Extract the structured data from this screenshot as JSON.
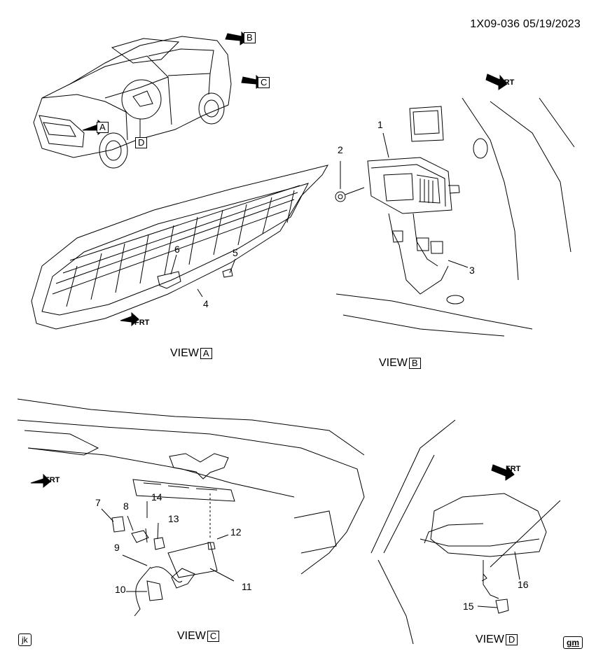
{
  "document_id": "1X09-036  05/19/2023",
  "views": {
    "A": {
      "label": "VIEW",
      "letter": "A"
    },
    "B": {
      "label": "VIEW",
      "letter": "B"
    },
    "C": {
      "label": "VIEW",
      "letter": "C"
    },
    "D": {
      "label": "VIEW",
      "letter": "D"
    }
  },
  "vehicle_arrows": [
    "A",
    "B",
    "C",
    "D"
  ],
  "front_marker": "FRT",
  "callouts": [
    "1",
    "2",
    "3",
    "4",
    "5",
    "6",
    "7",
    "8",
    "9",
    "10",
    "11",
    "12",
    "13",
    "14",
    "15",
    "16"
  ],
  "footer": {
    "left_badge": "jk",
    "right_badge": "gm"
  }
}
